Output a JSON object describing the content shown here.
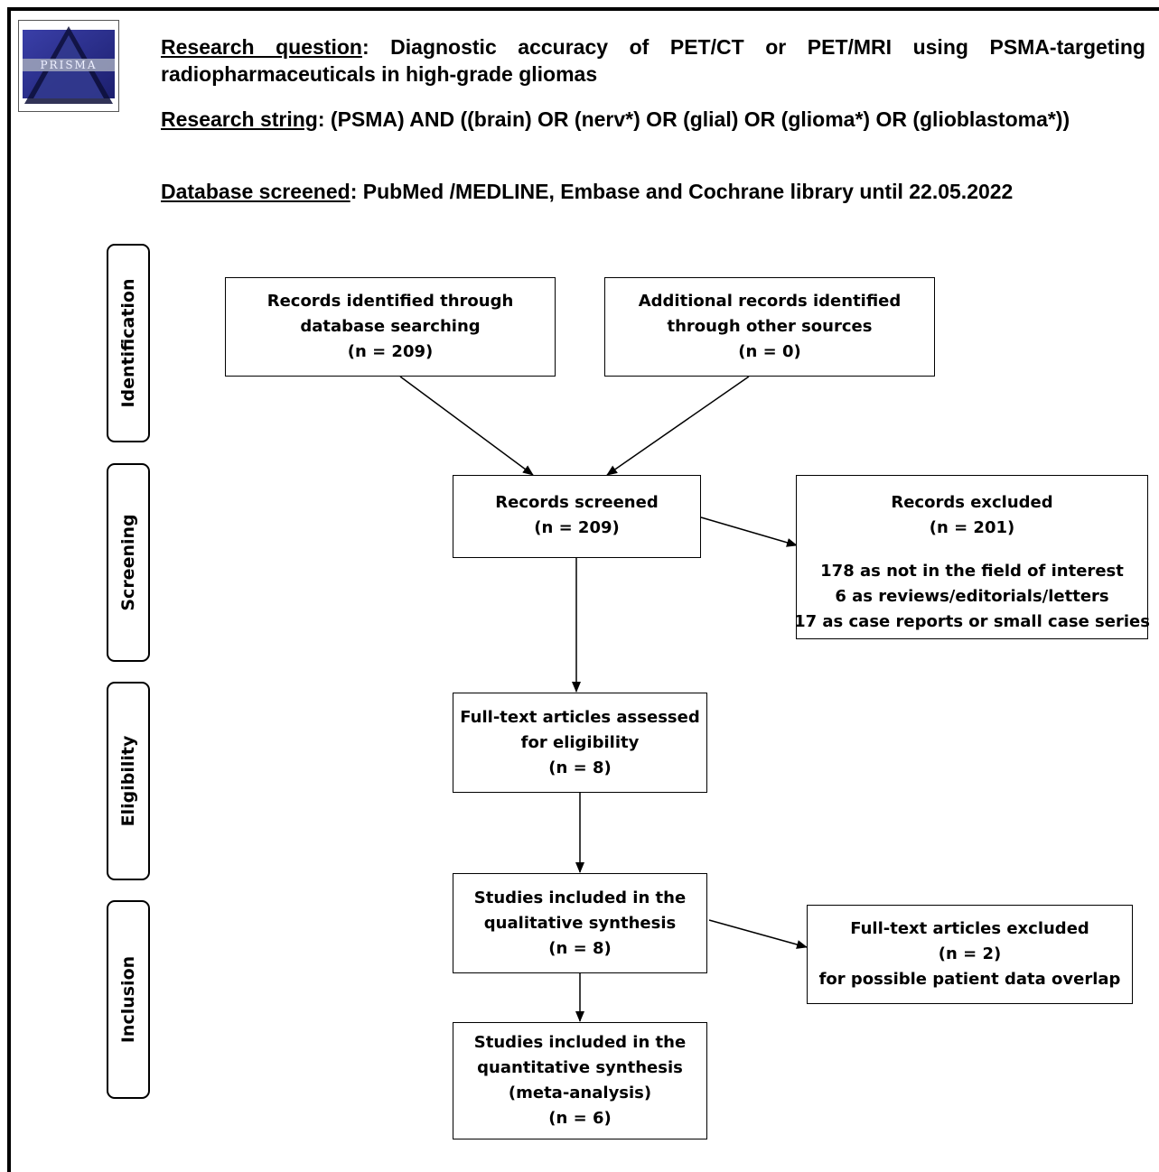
{
  "logo": {
    "text": "PRISMA"
  },
  "header": {
    "research_question_label": "Research question",
    "research_question_text": "Diagnostic accuracy of PET/CT or PET/MRI using PSMA-targeting radiopharmaceuticals in high-grade gliomas",
    "research_string_label": "Research string",
    "research_string_text": "(PSMA) AND ((brain) OR (nerv*) OR (glial) OR (glioma*) OR (glioblastoma*))",
    "database_label": "Database screened",
    "database_text": "PubMed /MEDLINE, Embase and Cochrane library until 22.05.2022"
  },
  "stages": [
    "Identification",
    "Screening",
    "Eligibility",
    "Inclusion"
  ],
  "boxes": {
    "db_records": {
      "line1": "Records identified through",
      "line2": "database searching",
      "count": "(n =  209)"
    },
    "other_records": {
      "line1": "Additional records identified",
      "line2": "through other sources",
      "count": "(n =  0)"
    },
    "screened": {
      "line1": "Records screened",
      "count": "(n = 209)"
    },
    "excluded": {
      "line1": "Records excluded",
      "count": "(n =  201)",
      "reason1": "178 as not in the field of interest",
      "reason2": "6 as reviews/editorials/letters",
      "reason3": "17 as case reports or small case series"
    },
    "fulltext": {
      "line1": "Full-text articles assessed",
      "line2": "for eligibility",
      "count": "(n = 8)"
    },
    "qualitative": {
      "line1": "Studies included in the",
      "line2": "qualitative synthesis",
      "count": "(n = 8)"
    },
    "fulltext_excluded": {
      "line1": "Full-text articles excluded",
      "count": "(n = 2)",
      "reason": "for possible patient data overlap"
    },
    "quantitative": {
      "line1": "Studies included in the",
      "line2": "quantitative synthesis",
      "line3": "(meta-analysis)",
      "count": "(n = 6)"
    }
  }
}
